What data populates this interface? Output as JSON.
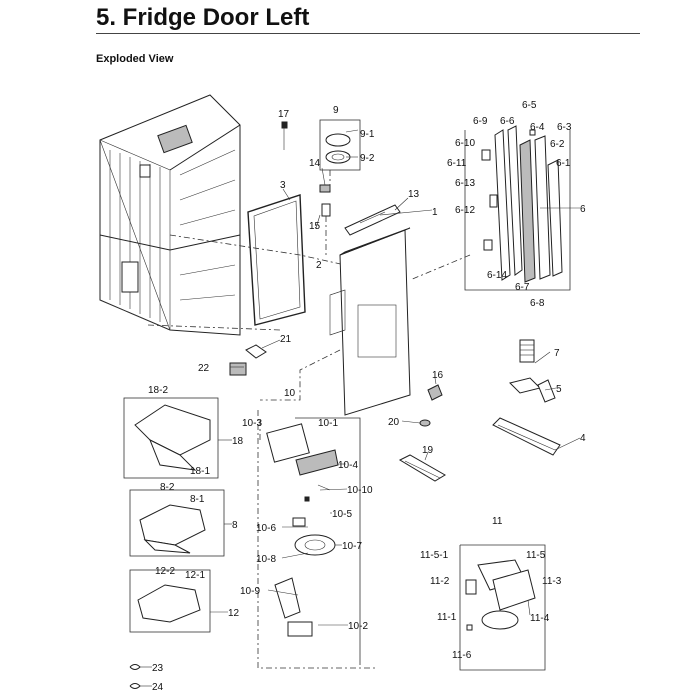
{
  "header": {
    "title": "5.  Fridge Door Left",
    "section": "Exploded View"
  },
  "callouts": {
    "p1": "1",
    "p2": "2",
    "p3": "3",
    "p4": "4",
    "p5": "5",
    "p6": "6",
    "p6_1": "6-1",
    "p6_2": "6-2",
    "p6_3": "6-3",
    "p6_4": "6-4",
    "p6_5": "6-5",
    "p6_6": "6-6",
    "p6_7": "6-7",
    "p6_8": "6-8",
    "p6_9": "6-9",
    "p6_10": "6-10",
    "p6_11": "6-11",
    "p6_12": "6-12",
    "p6_13": "6-13",
    "p6_14": "6-14",
    "p7": "7",
    "p8": "8",
    "p8_1": "8-1",
    "p8_2": "8-2",
    "p9": "9",
    "p9_1": "9-1",
    "p9_2": "9-2",
    "p10": "10",
    "p10_1": "10-1",
    "p10_2": "10-2",
    "p10_3": "10-3",
    "p10_4": "10-4",
    "p10_5": "10-5",
    "p10_6": "10-6",
    "p10_7": "10-7",
    "p10_8": "10-8",
    "p10_9": "10-9",
    "p10_10": "10-10",
    "p11": "11",
    "p11_1": "11-1",
    "p11_2": "11-2",
    "p11_3": "11-3",
    "p11_4": "11-4",
    "p11_5": "11-5",
    "p11_5_1": "11-5-1",
    "p11_6": "11-6",
    "p12": "12",
    "p12_1": "12-1",
    "p12_2": "12-2",
    "p13": "13",
    "p14": "14",
    "p15": "15",
    "p16": "16",
    "p17": "17",
    "p18": "18",
    "p18_1": "18-1",
    "p18_2": "18-2",
    "p19": "19",
    "p20": "20",
    "p21": "21",
    "p22": "22",
    "p23": "23",
    "p24": "24"
  }
}
